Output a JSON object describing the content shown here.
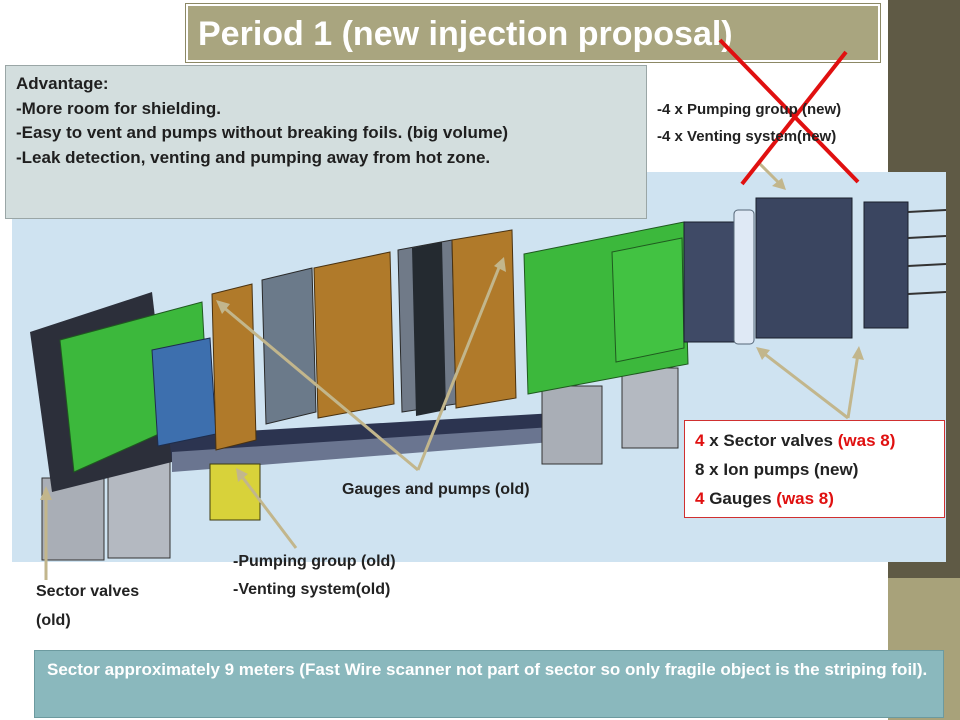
{
  "title": "Period 1 (new injection proposal)",
  "advantage": {
    "heading": "Advantage:",
    "lines": [
      "-More room for shielding.",
      "-Easy to vent and  pumps without breaking foils. (big volume)",
      "-Leak detection, venting and pumping away from hot zone."
    ]
  },
  "new_items": [
    "-4 x Pumping group (new)",
    "-4 x Venting system(new)"
  ],
  "sector_box": {
    "line1": {
      "count": "4",
      "text": " x Sector valves ",
      "note": "(was 8)"
    },
    "line2": "8 x Ion pumps (new)",
    "line3": {
      "count": "4",
      "text": " Gauges ",
      "note": "(was 8)"
    }
  },
  "labels": {
    "gauges_pumps": "Gauges and pumps (old)",
    "pumping_group_old": "-Pumping group (old)",
    "venting_old": "-Venting system(old)",
    "sector_valves_line1": "Sector valves",
    "sector_valves_line2": "(old)"
  },
  "footer": "Sector approximately 9 meters (Fast Wire scanner not part of sector so only fragile object is the striping foil).",
  "colors": {
    "title_bg": "#a9a57f",
    "right_band": "#5f5a45",
    "cad_bg": "#cfe3f1",
    "magnet_green": "#3cb83c",
    "magnet_brown": "#b07a2a",
    "cross_red": "#e01010",
    "arrow_tan": "#c2b68c",
    "footer_bg": "#8ab8bd"
  }
}
